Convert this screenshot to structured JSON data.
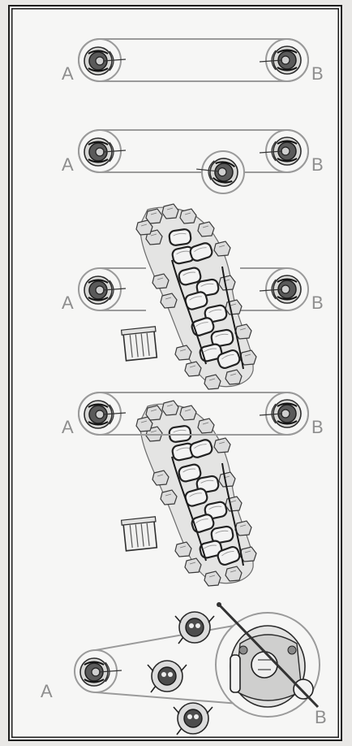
{
  "point_labels": {
    "a": "A",
    "b": "B"
  },
  "panels": [
    {
      "id": "1",
      "content": [
        "archer-a",
        "archer-b",
        "line-of-sight"
      ]
    },
    {
      "id": "2",
      "content": [
        "archer-a",
        "archer-b",
        "blocking-figure",
        "line-of-sight"
      ]
    },
    {
      "id": "3",
      "content": [
        "archer-a",
        "archer-b",
        "ruined-wall",
        "crate"
      ]
    },
    {
      "id": "4",
      "content": [
        "archer-a",
        "archer-b",
        "ruined-wall",
        "crate",
        "line-of-sight"
      ]
    },
    {
      "id": "5",
      "content": [
        "archer-a",
        "three-small-figures",
        "large-warrior",
        "line-of-sight"
      ]
    }
  ],
  "colors": {
    "frame": "#1d1d1d",
    "paper": "#f6f6f5",
    "guide_lines": "#9a9a9a",
    "label": "#8e8e8e",
    "ink": "#2b2b2b"
  }
}
